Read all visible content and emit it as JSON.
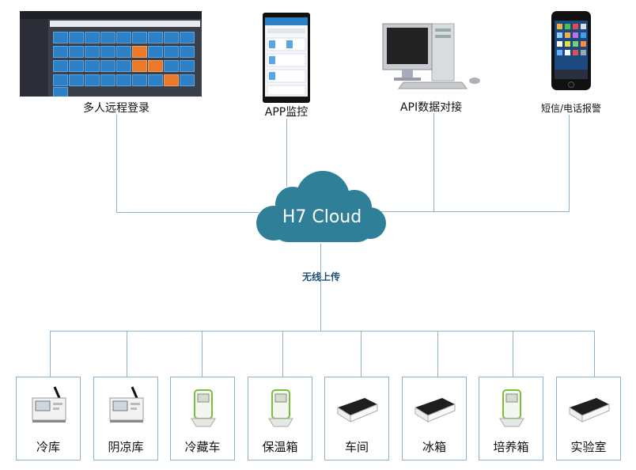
{
  "top_nodes": [
    {
      "id": "web",
      "label": "多人远程登录"
    },
    {
      "id": "app",
      "label": "APP监控"
    },
    {
      "id": "api",
      "label": "API数据对接"
    },
    {
      "id": "sms",
      "label": "短信/电话报警"
    }
  ],
  "cloud": {
    "label": "H7 Cloud",
    "color": "#2f7f99"
  },
  "link_label": "无线上传",
  "bottom_nodes": [
    {
      "label": "冷库",
      "device": "logger"
    },
    {
      "label": "阴凉库",
      "device": "logger"
    },
    {
      "label": "冷藏车",
      "device": "stand"
    },
    {
      "label": "保温箱",
      "device": "stand"
    },
    {
      "label": "车间",
      "device": "flat"
    },
    {
      "label": "冰箱",
      "device": "flat"
    },
    {
      "label": "培养箱",
      "device": "stand"
    },
    {
      "label": "实验室",
      "device": "flat"
    }
  ],
  "colors": {
    "line": "#8fb3c9",
    "tile": "#2b80c6",
    "tile_alert": "#ea7a2a",
    "green": "#7bbf3a"
  }
}
